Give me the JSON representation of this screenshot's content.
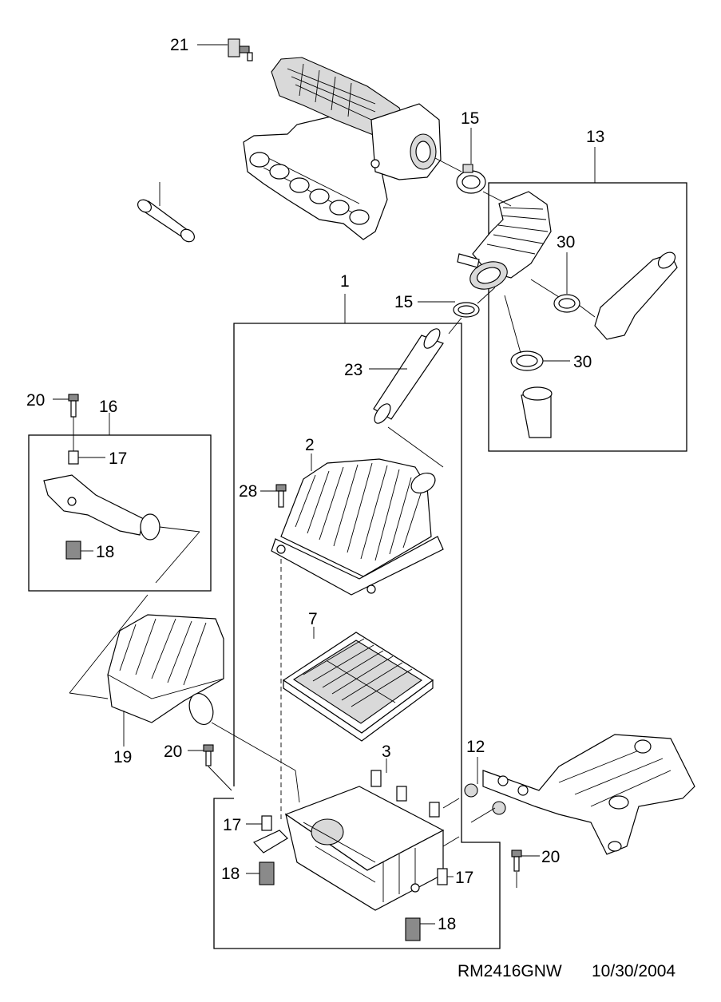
{
  "diagram": {
    "reference_code": "RM2416GNW",
    "date": "10/30/2004",
    "labels": {
      "l1": "1",
      "l2": "2",
      "l3": "3",
      "l7": "7",
      "l12": "12",
      "l13": "13",
      "l15a": "15",
      "l15b": "15",
      "l16": "16",
      "l17a": "17",
      "l17b": "17",
      "l17c": "17",
      "l18a": "18",
      "l18b": "18",
      "l18c": "18",
      "l19": "19",
      "l20a": "20",
      "l20b": "20",
      "l20c": "20",
      "l21": "21",
      "l23": "23",
      "l28": "28",
      "l30a": "30",
      "l30b": "30"
    }
  }
}
